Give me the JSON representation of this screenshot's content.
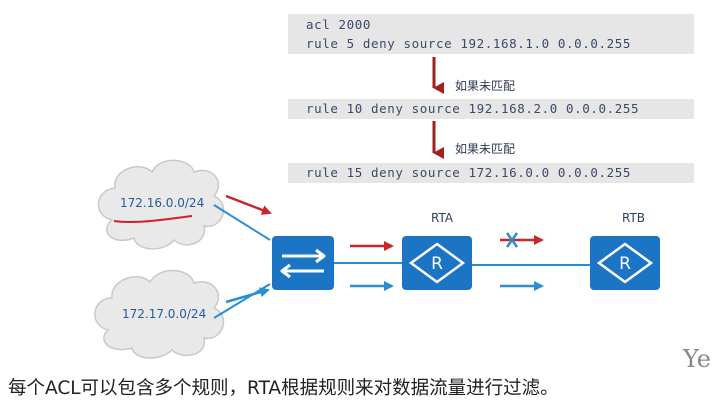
{
  "code_blocks": {
    "block1": [
      "acl 2000",
      "rule 5 deny source 192.168.1.0 0.0.0.255"
    ],
    "block2": "rule 10 deny source 192.168.2.0 0.0.0.255",
    "block3": "rule 15 deny source 172.16.0.0 0.0.0.255"
  },
  "flow_labels": {
    "no_match_1": "如果未匹配",
    "no_match_2": "如果未匹配"
  },
  "network": {
    "cloud1_subnet": "172.16.0.0/24",
    "cloud2_subnet": "172.17.0.0/24",
    "router_a": "RTA",
    "router_b": "RTB",
    "router_icon_letter": "R"
  },
  "caption": "每个ACL可以包含多个规则，RTA根据规则来对数据流量进行过滤。",
  "watermark": "Ye",
  "colors": {
    "code_bg": "#e6e6e6",
    "device_blue": "#1b74c4",
    "link_blue": "#2a8fd0",
    "arrow_red": "#c8282a",
    "cloud_fill": "#e9e9e9"
  }
}
